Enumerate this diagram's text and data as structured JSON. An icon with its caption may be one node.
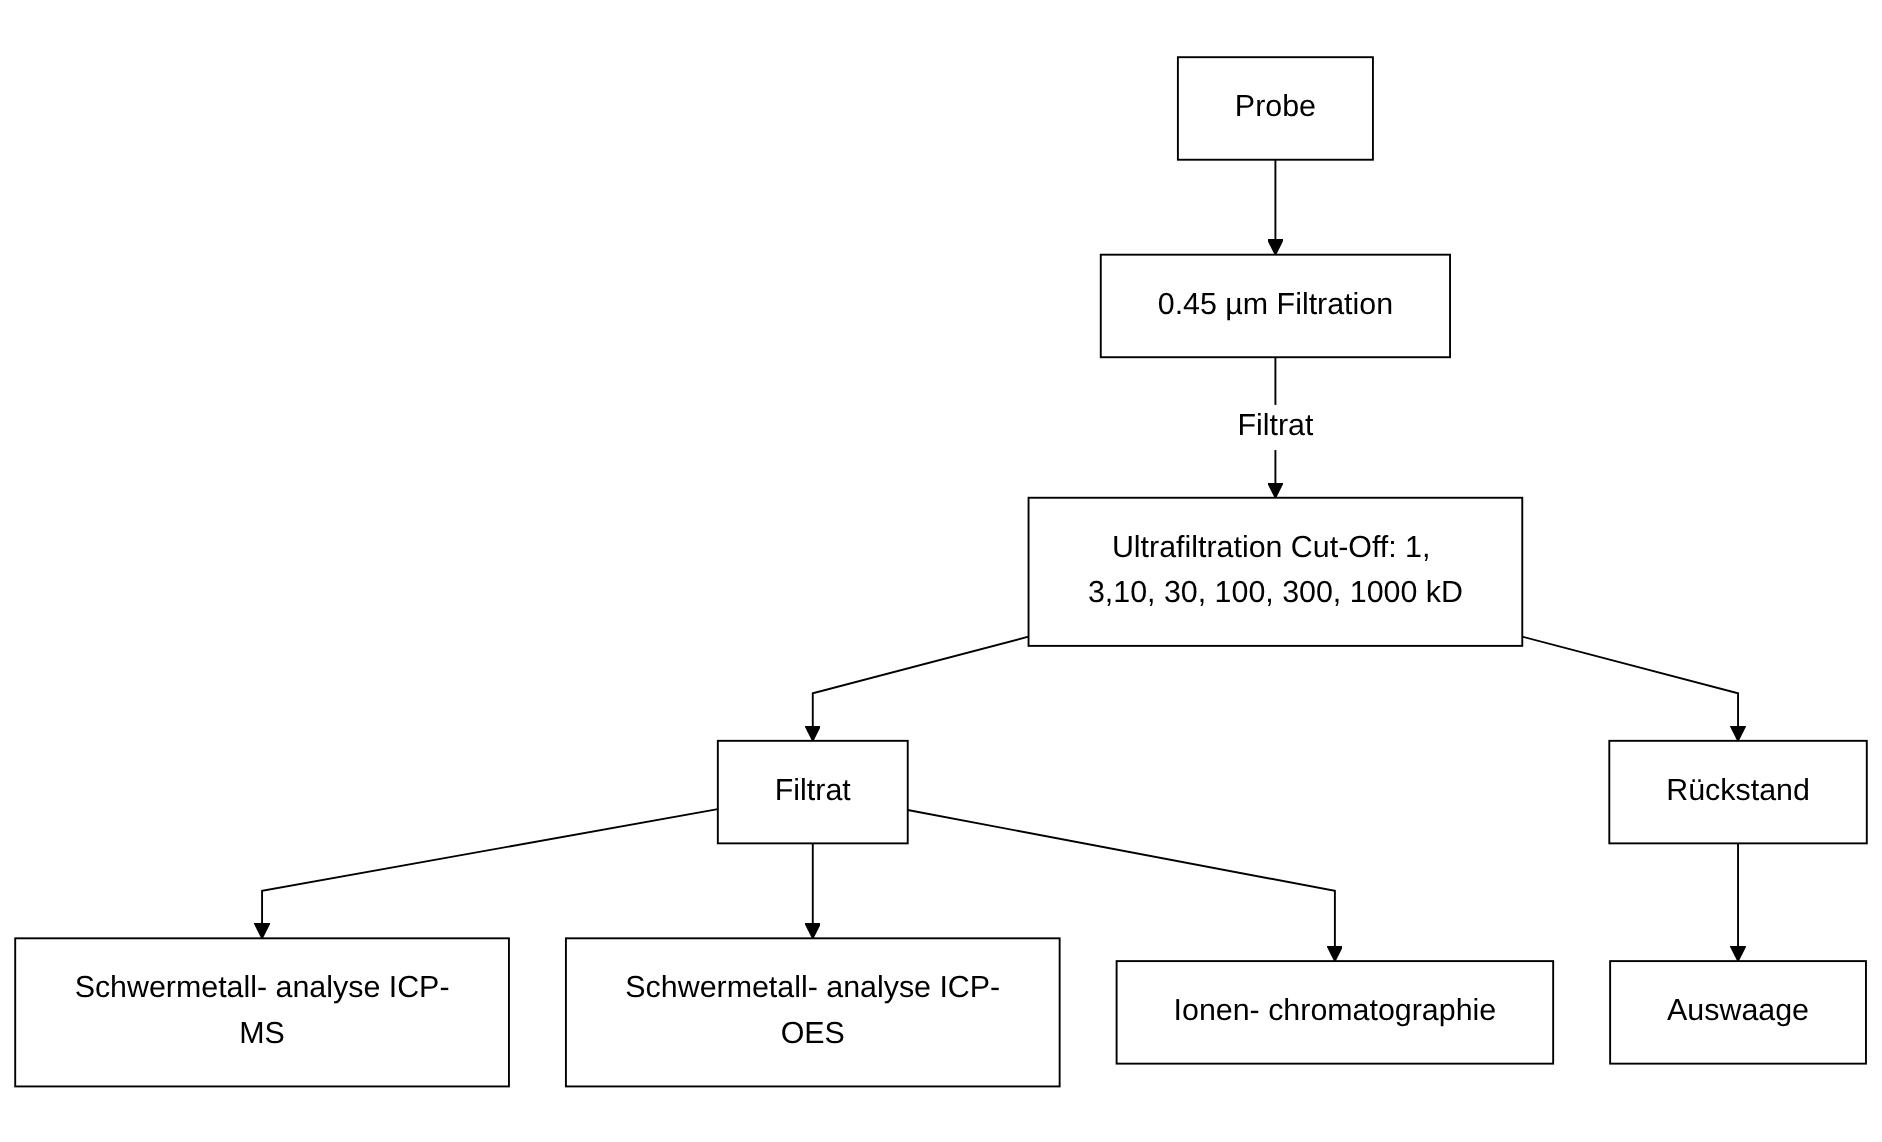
{
  "diagram": {
    "nodes": [
      {
        "text": [
          "Probe"
        ]
      },
      {
        "text": [
          "0.45 µm Filtration"
        ]
      },
      {
        "text": [
          "Ultrafiltration Cut-Off: 1, 3,10, 30, 100, 300, 1000 kD"
        ]
      },
      {
        "text": [
          "Filtrat"
        ]
      },
      {
        "text": [
          "Rückstand"
        ]
      },
      {
        "text": [
          "Schwermetall- analyse ICP-MS"
        ]
      },
      {
        "text": [
          "Schwermetall- analyse ICP-OES"
        ]
      },
      {
        "text": [
          "Ionen- chromatographie"
        ]
      },
      {
        "text": [
          "Auswaage"
        ]
      }
    ],
    "edges": [
      {
        "from": 0,
        "to": 1,
        "arrow": "to"
      },
      {
        "from": 1,
        "to": 2,
        "arrow": "to",
        "label": "Filtrat"
      },
      {
        "from": 2,
        "to": 3,
        "arrow": "to"
      },
      {
        "from": 2,
        "to": 4,
        "arrow": "to"
      },
      {
        "from": 3,
        "to": 5,
        "arrow": "to"
      },
      {
        "from": 3,
        "to": 6,
        "arrow": "to"
      },
      {
        "from": 3,
        "to": 7,
        "arrow": "to"
      },
      {
        "from": 4,
        "to": 8,
        "arrow": "to"
      }
    ]
  }
}
